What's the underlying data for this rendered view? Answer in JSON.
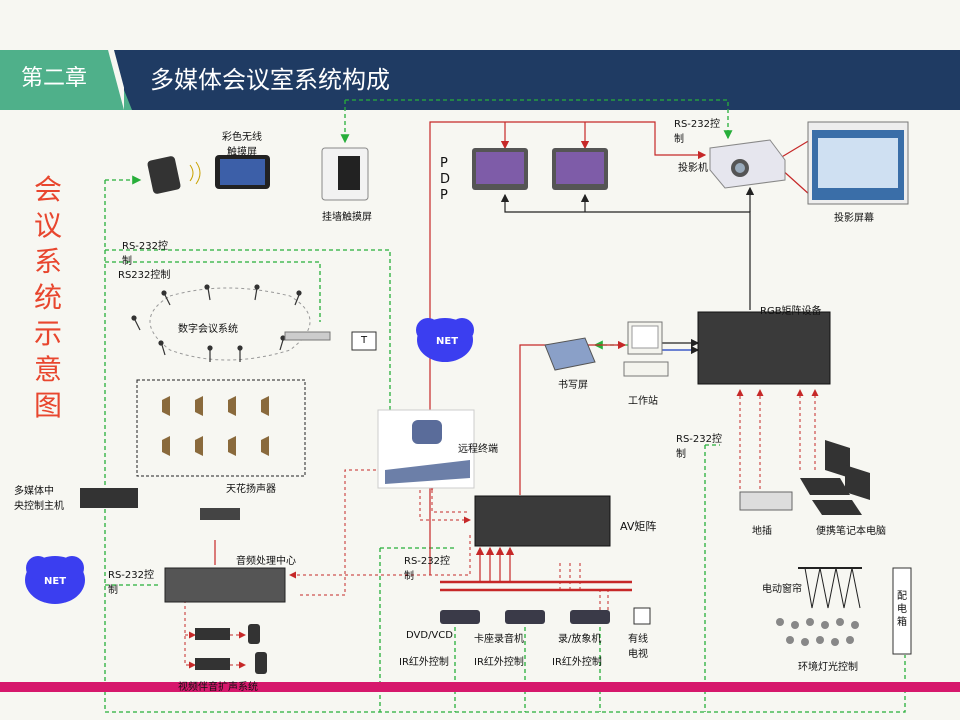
{
  "header": {
    "chapter": "第二章",
    "title": "多媒体会议室系统构成"
  },
  "side_title": [
    "会",
    "议",
    "系",
    "统",
    "示",
    "意",
    "图"
  ],
  "labels": {
    "color_touch": "彩色无线\n触摸屏",
    "wall_touch": "挂墙触摸屏",
    "pdp": "PDP",
    "projector": "投影机",
    "screen": "投影屏幕",
    "rs232_top": "RS-232控\n制",
    "rs232_left1": "RS-232控\n制",
    "rs232_left2": "RS232控制",
    "digital_conf": "数字会议系统",
    "t_box": "T",
    "net": "NET",
    "writing_screen": "书写屏",
    "workstation": "工作站",
    "rgb_matrix": "RGB矩阵设备",
    "remote_terminal": "远程终端",
    "ceiling_speaker": "天花扬声器",
    "central_ctrl": "多媒体中\n央控制主机",
    "av_matrix": "AV矩阵",
    "rs232_right": "RS-232控\n制",
    "floor_socket": "地插",
    "laptop": "便携笔记本电脑",
    "audio_center": "音频处理中心",
    "rs232_bottom_left": "RS-232控\n制",
    "rs232_mid": "RS-232控\n制",
    "curtain": "电动窗帘",
    "dist_box": "配电箱",
    "dvd": "DVD/VCD",
    "cassette": "卡座录音机",
    "recorder": "录/放象机",
    "cable_tv": "有线\n电视",
    "ir1": "IR红外控制",
    "ir2": "IR红外控制",
    "ir3": "IR红外控制",
    "light_ctrl": "环境灯光控制",
    "video_system": "视频伴音扩声系统"
  }
}
